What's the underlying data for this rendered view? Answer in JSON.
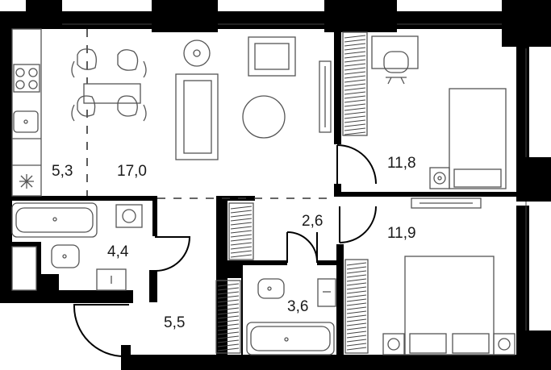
{
  "rooms": [
    {
      "id": "kitchen",
      "area": "5,3"
    },
    {
      "id": "living",
      "area": "17,0"
    },
    {
      "id": "bedroom-top",
      "area": "11,8"
    },
    {
      "id": "bathroom-left",
      "area": "4,4"
    },
    {
      "id": "corridor",
      "area": "2,6"
    },
    {
      "id": "bedroom-bottom",
      "area": "11,9"
    },
    {
      "id": "bathroom-center",
      "area": "3,6"
    },
    {
      "id": "hall",
      "area": "5,5"
    }
  ],
  "colors": {
    "wall": "#000000",
    "furniture": "#555555",
    "background": "#ffffff"
  }
}
